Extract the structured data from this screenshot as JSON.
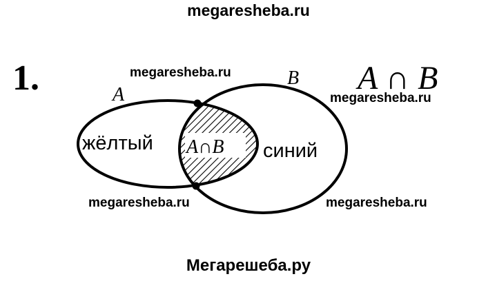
{
  "watermarks": {
    "top": "megaresheba.ru",
    "upper_left": "megaresheba.ru",
    "upper_right": "megaresheba.ru",
    "lower_left": "megaresheba.ru",
    "lower_right": "megaresheba.ru",
    "bottom": "Мегарешеба.ру"
  },
  "diagram": {
    "number": "1.",
    "formula": "A ∩ B",
    "set_a_label": "A",
    "set_b_label": "B",
    "set_a_text": "жёлтый",
    "set_b_text": "синий",
    "intersection_text": "A∩B"
  }
}
